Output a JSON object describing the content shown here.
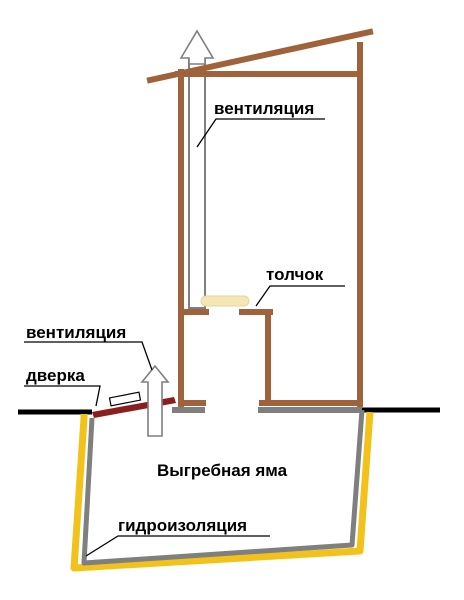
{
  "labels": {
    "vent_top": "вентиляция",
    "toilet_seat": "толчок",
    "vent_side": "вентиляция",
    "hatch": "дверка",
    "pit": "Выгребная яма",
    "waterproofing": "гидроизоляция"
  },
  "colors": {
    "wood": "#a0623a",
    "pipe": "#7f7f7f",
    "ground": "#000000",
    "waterproofing": "#f2c21a",
    "hatch": "#8b1e1e",
    "seat": "#f3e7b5",
    "leader": "#000000"
  },
  "icons": {
    "vent_arrow": "up-arrow",
    "hatch_handle": "rectangle"
  }
}
